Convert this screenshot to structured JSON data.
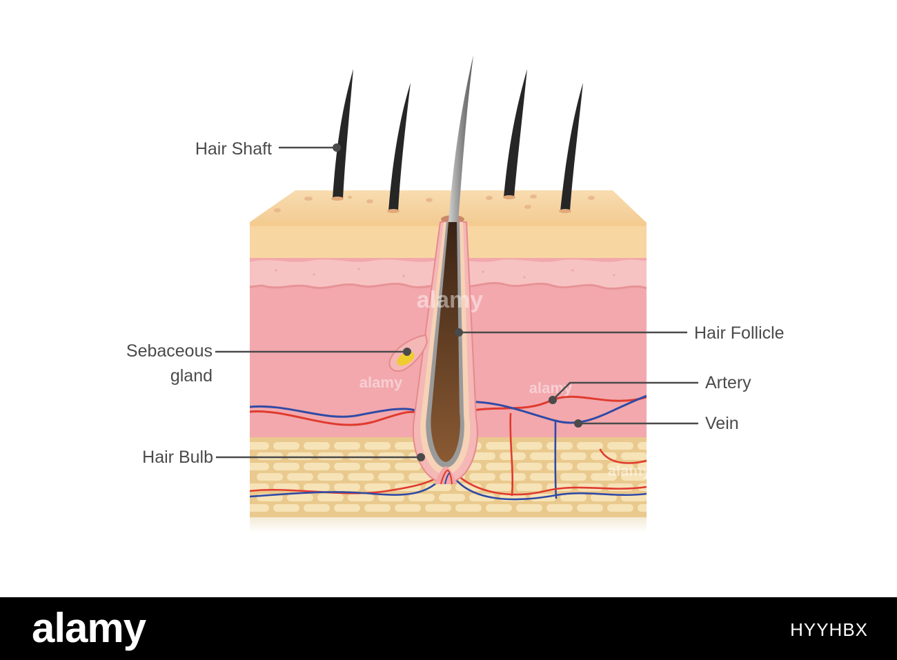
{
  "labels": {
    "hair_shaft": "Hair Shaft",
    "sebaceous_line1": "Sebaceous",
    "sebaceous_line2": "gland",
    "hair_bulb": "Hair Bulb",
    "hair_follicle": "Hair Follicle",
    "artery": "Artery",
    "vein": "Vein"
  },
  "watermark": "alamy",
  "footer": {
    "logo": "alamy",
    "image_code": "HYYHBX"
  },
  "colors": {
    "epidermis": "#f7d6a2",
    "dermis": "#f2a8ad",
    "papillary": "#f7c2c2",
    "fat": "#f2dcab",
    "hair": "#262626",
    "artery": "#e03a2e",
    "vein": "#2f4aa6",
    "label_text": "#4a4a4a"
  }
}
